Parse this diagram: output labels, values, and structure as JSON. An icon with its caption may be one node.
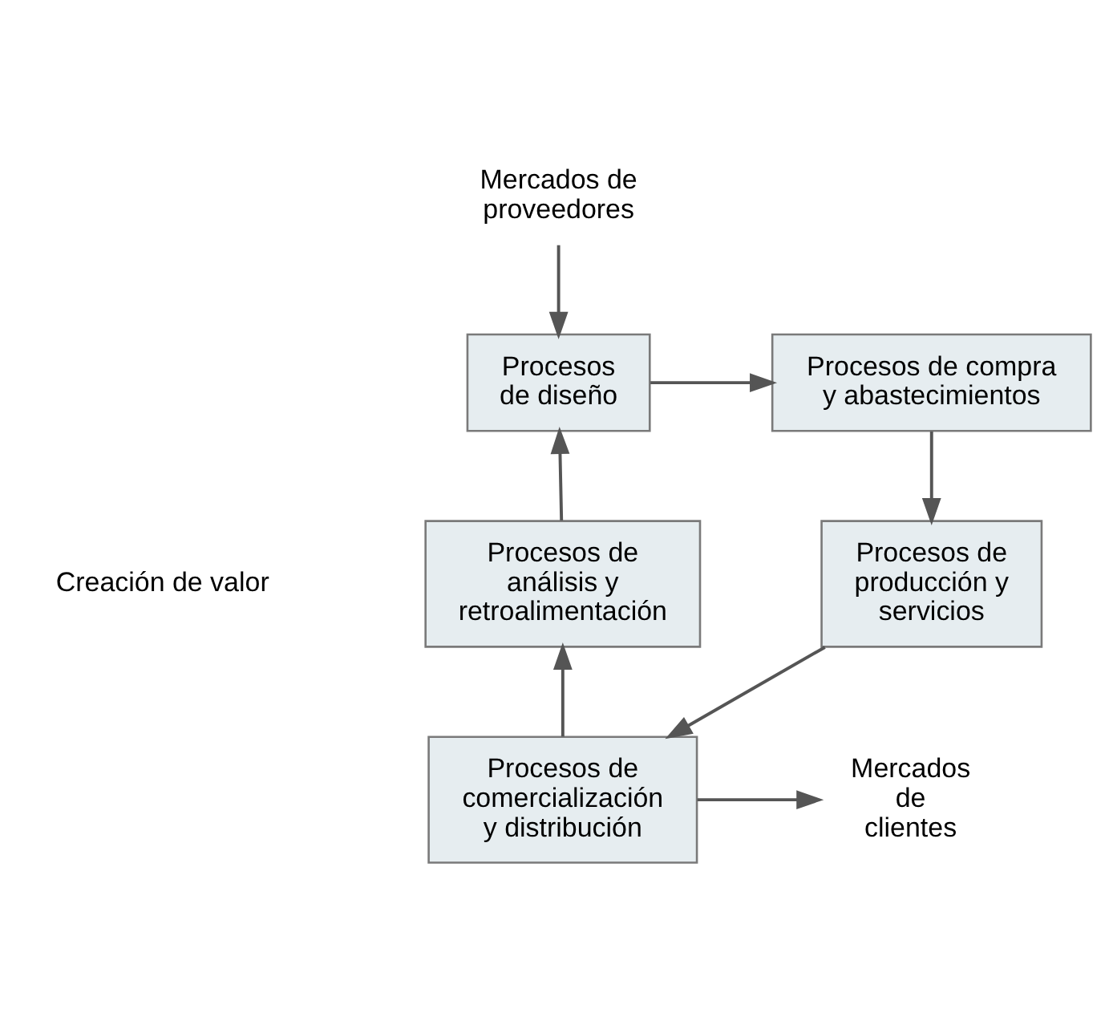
{
  "diagram": {
    "nodes": [
      {
        "text": [
          "Mercados de proveedores"
        ]
      },
      {
        "text": [
          "Procesos de diseño"
        ]
      },
      {
        "text": [
          "Procesos de compra y abastecimientos"
        ]
      },
      {
        "text": [
          "Procesos de producción y servicios"
        ]
      },
      {
        "text": [
          "Procesos de comercialización y distribución"
        ]
      },
      {
        "text": [
          "Procesos de análisis y retroalimentación"
        ]
      },
      {
        "text": [
          "Mercados de clientes"
        ]
      }
    ],
    "edges": [
      {
        "from": 0,
        "to": 1,
        "arrow": "to"
      },
      {
        "from": 1,
        "to": 2,
        "arrow": "to"
      },
      {
        "from": 2,
        "to": 3,
        "arrow": "to"
      },
      {
        "from": 3,
        "to": 4,
        "arrow": "to"
      },
      {
        "from": 4,
        "to": 6,
        "arrow": "to"
      },
      {
        "from": 4,
        "to": 5,
        "arrow": "to"
      },
      {
        "from": 5,
        "to": 1,
        "arrow": "to"
      }
    ],
    "labels": [
      "Creación de valor"
    ]
  }
}
